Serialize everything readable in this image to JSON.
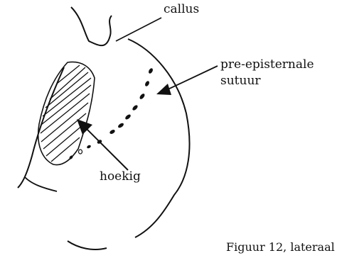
{
  "labels": {
    "callus": "callus",
    "pre_episternal_suture_line1": "pre-episternale",
    "pre_episternal_suture_line2": "sutuur",
    "hoekig": "hoekig"
  },
  "caption": "Figuur 12, lateraal",
  "colors": {
    "ink": "#111111",
    "background": "#ffffff"
  }
}
